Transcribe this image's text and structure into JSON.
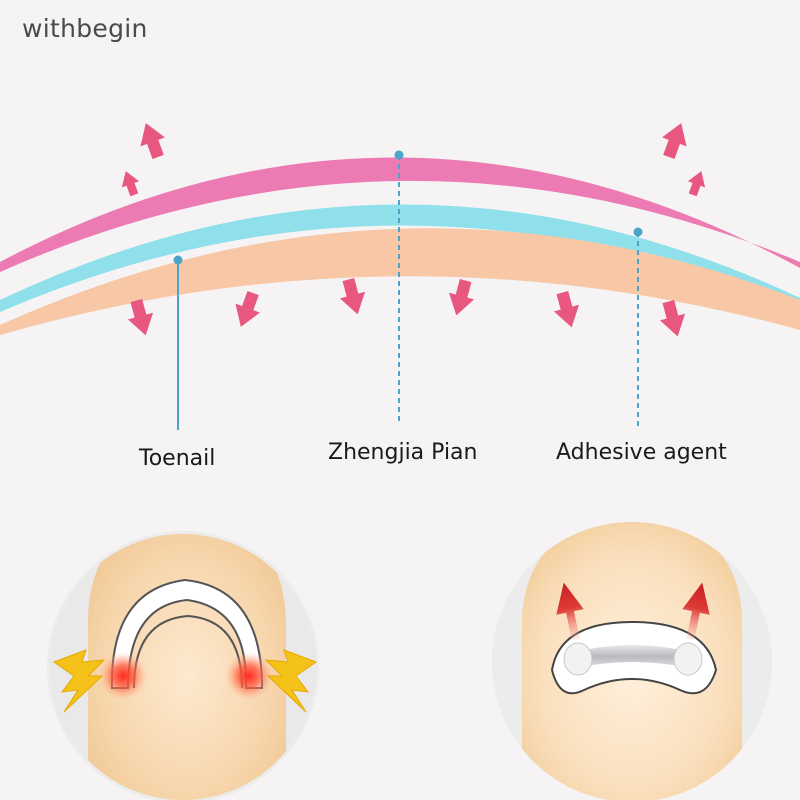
{
  "brand": {
    "text": "withbegin"
  },
  "labels": {
    "toenail": "Toenail",
    "zhengjia": "Zhengjia Pian",
    "adhesive": "Adhesive agent"
  },
  "colors": {
    "background": "#f5f3f3",
    "pink_layer": "#ec7bb4",
    "cyan_layer": "#8fe0ea",
    "peach_layer": "#f7c7a6",
    "arrow_pink": "#e8577f",
    "leader_blue": "#4aa5c8",
    "skin": "#f7dcb5",
    "pain_red": "#f04a3a",
    "lightning_yellow": "#f5c21a",
    "arrow_red": "#d8232a"
  },
  "icons": [
    "up-arrow-icon",
    "down-arrow-icon",
    "lightning-icon",
    "red-up-arrow-icon"
  ]
}
